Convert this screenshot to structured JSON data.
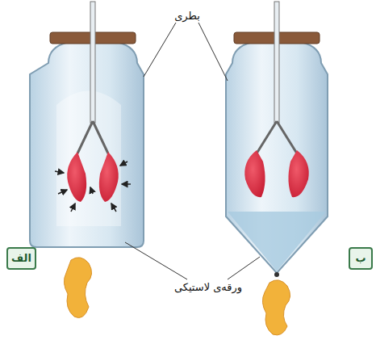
{
  "diagram": {
    "nodes": [
      {
        "text": [
          "الف"
        ]
      },
      {
        "text": [
          "ب"
        ]
      }
    ],
    "labels": [
      "بطری",
      "ورقه‌ی لاستیکی"
    ]
  }
}
